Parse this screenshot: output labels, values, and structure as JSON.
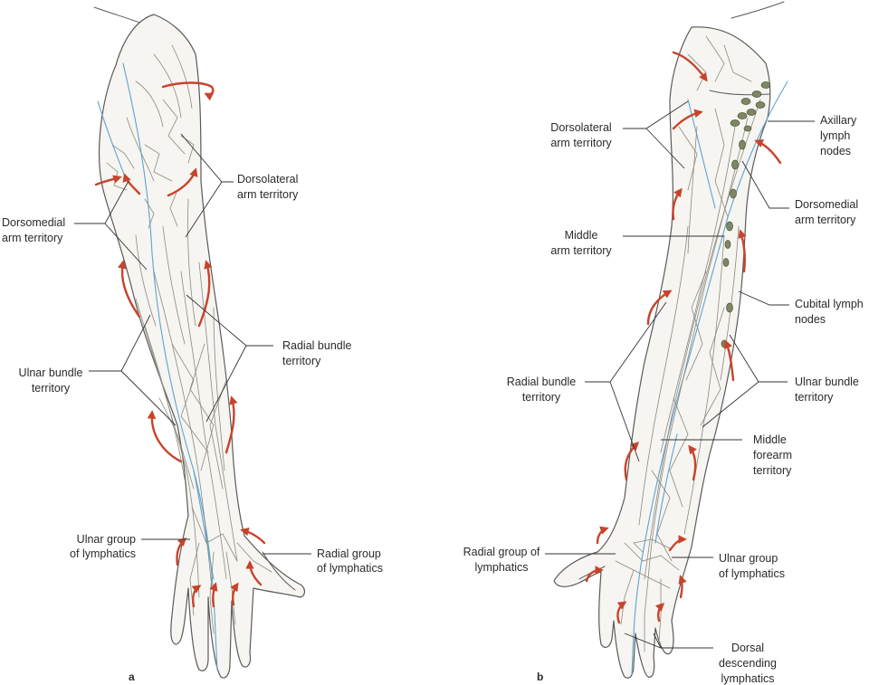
{
  "panels": [
    {
      "letter": "a",
      "labels": {
        "dorsolateral": [
          "Dorsolateral",
          "arm territory"
        ],
        "dorsomedial": [
          "Dorsomedial",
          "arm territory"
        ],
        "radial_bundle": [
          "Radial bundle",
          "territory"
        ],
        "ulnar_bundle": [
          "Ulnar bundle",
          "territory"
        ],
        "ulnar_group": [
          "Ulnar group",
          "of lymphatics"
        ],
        "radial_group": [
          "Radial group",
          "of lymphatics"
        ]
      }
    },
    {
      "letter": "b",
      "labels": {
        "dorsolateral": [
          "Dorsolateral",
          "arm territory"
        ],
        "axillary": [
          "Axillary",
          "lymph",
          "nodes"
        ],
        "dorsomedial": [
          "Dorsomedial",
          "arm territory"
        ],
        "middle_arm": [
          "Middle",
          "arm territory"
        ],
        "cubital": [
          "Cubital lymph",
          "nodes"
        ],
        "radial_bundle": [
          "Radial bundle",
          "territory"
        ],
        "ulnar_bundle": [
          "Ulnar bundle",
          "territory"
        ],
        "middle_forearm": [
          "Middle",
          "forearm",
          "territory"
        ],
        "radial_group": [
          "Radial group of",
          "lymphatics"
        ],
        "ulnar_group": [
          "Ulnar group",
          "of lymphatics"
        ],
        "dorsal_descending": [
          "Dorsal",
          "descending",
          "lymphatics"
        ]
      }
    }
  ],
  "colors": {
    "skin_outline": "#5a5a5a",
    "lymphatic_vessel": "#8a8a80",
    "vein": "#5ea3cf",
    "flow_arrow": "#c8432b",
    "lymph_node": "#7d8762"
  },
  "icons": [
    "flow-arrow-icon",
    "lymph-node-icon"
  ]
}
